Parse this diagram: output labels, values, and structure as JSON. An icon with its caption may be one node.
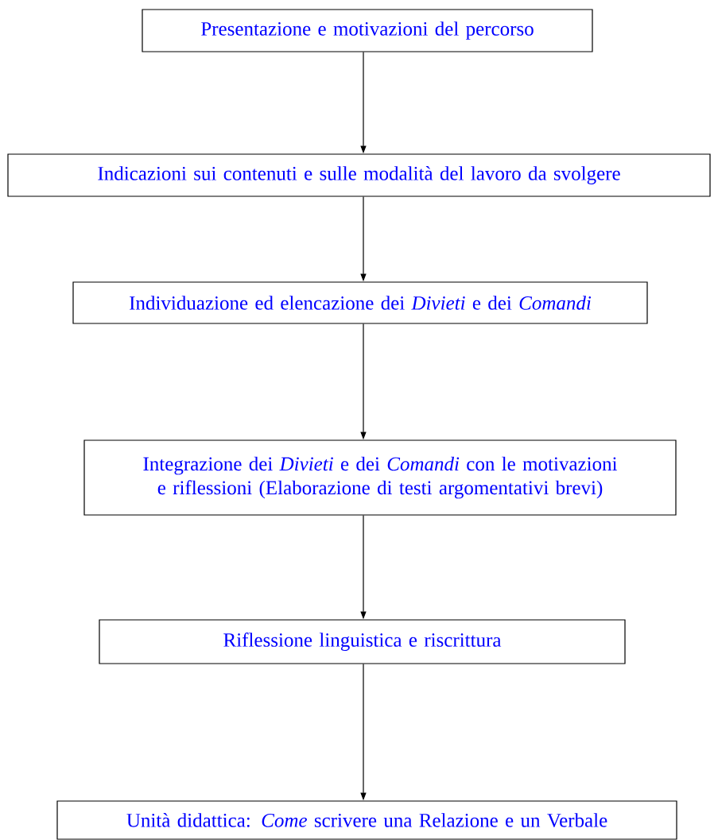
{
  "diagram": {
    "nodes": [
      {
        "text": [
          "Presentazione e motivazioni del percorso"
        ]
      },
      {
        "text": [
          "Indicazioni sui contenuti e sulle modalità del lavoro da svolgere"
        ]
      },
      {
        "text": [
          "Individuazione ed elencazione dei *Divieti* e dei *Comandi*"
        ]
      },
      {
        "text": [
          "Integrazione dei *Divieti* e dei *Comandi* con le motivazioni e riflessioni (Elaborazione di testi argomentativi brevi)"
        ]
      },
      {
        "text": [
          "Riflessione linguistica e riscrittura"
        ]
      },
      {
        "text": [
          "Unità didattica: *Come* scrivere una Relazione e un Verbale"
        ]
      }
    ],
    "edges": [
      {
        "from": 0,
        "to": 1,
        "arrow": "to"
      },
      {
        "from": 1,
        "to": 2,
        "arrow": "to"
      },
      {
        "from": 2,
        "to": 3,
        "arrow": "to"
      },
      {
        "from": 3,
        "to": 4,
        "arrow": "to"
      },
      {
        "from": 4,
        "to": 5,
        "arrow": "to"
      }
    ]
  }
}
